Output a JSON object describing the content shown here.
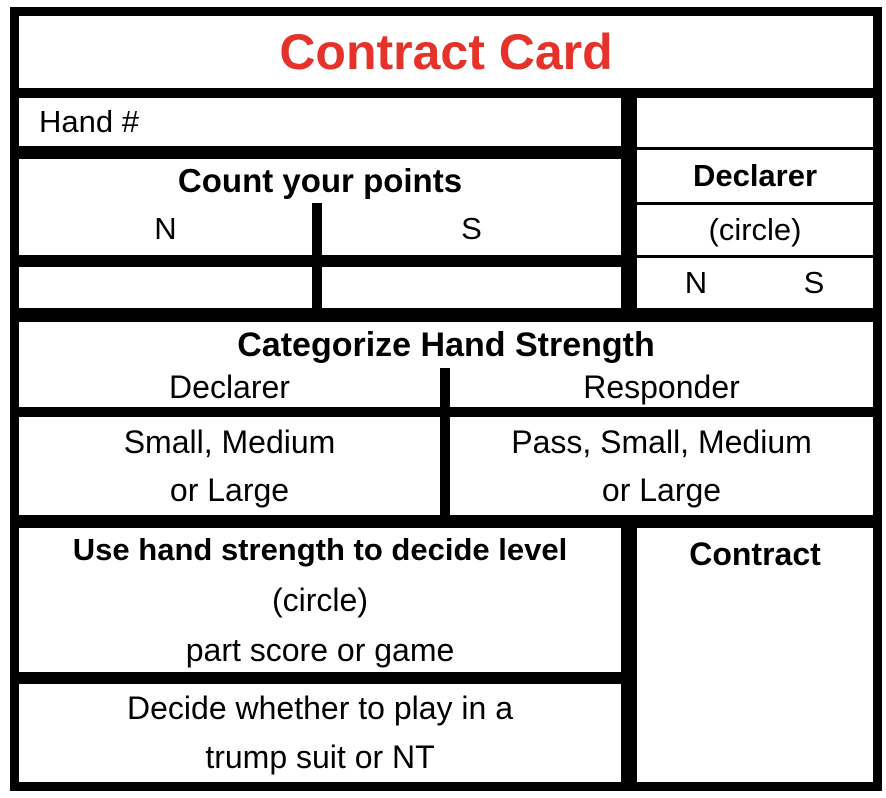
{
  "colors": {
    "title_red": "#E5332B",
    "line_black": "#000000",
    "background": "#FFFFFF"
  },
  "card": {
    "title": "Contract Card",
    "hand": {
      "label": "Hand #"
    },
    "count": {
      "title": "Count your points",
      "north": "N",
      "south": "S"
    },
    "declarer_box": {
      "title": "Declarer",
      "instruction": "(circle)",
      "north": "N",
      "south": "S"
    },
    "categorize": {
      "title": "Categorize Hand Strength",
      "declarer_header": "Declarer",
      "responder_header": "Responder",
      "declarer_line1": "Small, Medium",
      "declarer_line2": "or Large",
      "responder_line1": "Pass, Small, Medium",
      "responder_line2": "or Large"
    },
    "level": {
      "title": "Use hand strength to decide level",
      "instruction": "(circle)",
      "choices": "part score or game"
    },
    "trump": {
      "line1": "Decide whether to play in a",
      "line2": "trump suit or NT"
    },
    "contract": {
      "label": "Contract"
    }
  }
}
